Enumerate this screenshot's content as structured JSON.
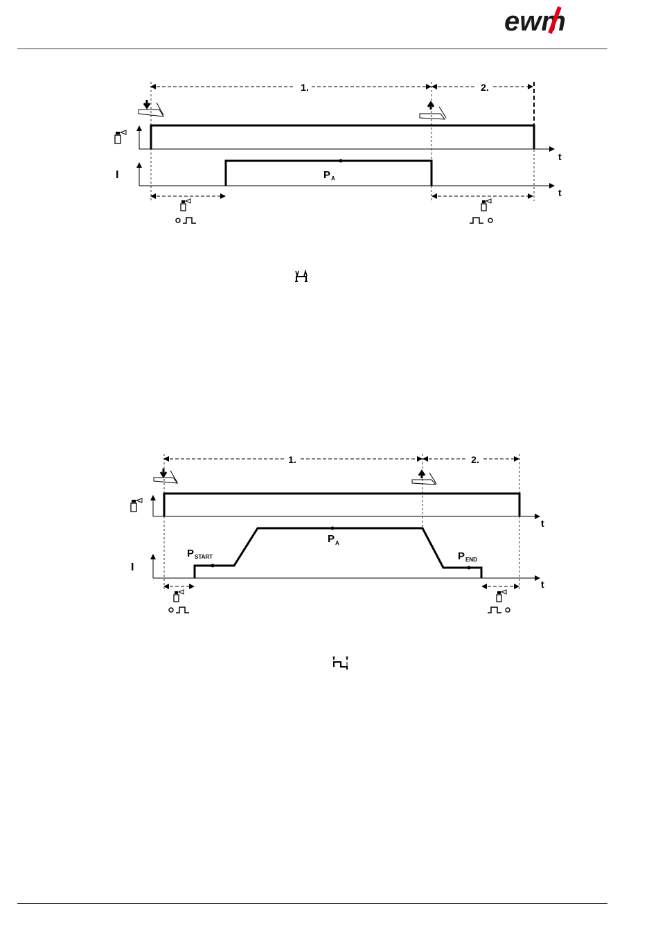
{
  "header": {
    "brand": "ewm"
  },
  "diagram1": {
    "phase1_label": "1.",
    "phase2_label": "2.",
    "gas_axis_label": "",
    "current_axis_label": "I",
    "time_label": "t",
    "main_power_label": "P",
    "main_power_sub": "A",
    "mode_icon": "two-stroke-mode-icon",
    "gas_preflow_icon": "gas-preflow-icon",
    "gas_postflow_icon": "gas-postflow-icon"
  },
  "diagram2": {
    "phase1_label": "1.",
    "phase2_label": "2.",
    "current_axis_label": "I",
    "time_label": "t",
    "start_power_label": "P",
    "start_power_sub": "START",
    "main_power_label": "P",
    "main_power_sub": "A",
    "end_power_label": "P",
    "end_power_sub": "END",
    "mode_icon": "two-stroke-special-mode-icon"
  }
}
